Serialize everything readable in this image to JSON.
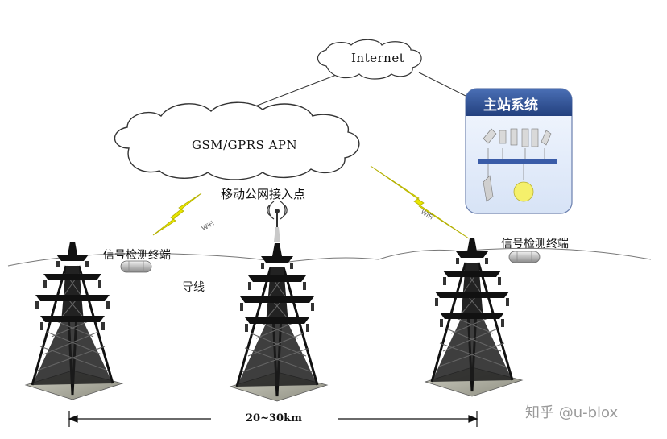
{
  "diagram": {
    "internet_label": "Internet",
    "gsm_label": "GSM/GPRS APN",
    "master_station_title": "主站系统",
    "mobile_network_label": "移动公网接入点",
    "signal_terminal_left": "信号检测终端",
    "signal_terminal_right": "信号检测终端",
    "conductor_label": "导线",
    "wifi_left": "WiFi",
    "wifi_right": "WiFi",
    "distance_label": "20~30km",
    "watermark": "知乎 @u-blox"
  },
  "colors": {
    "line": "#333333",
    "lightning": "#e8e600",
    "station_header": "#2c4a8a",
    "station_body": "#e9f0fb",
    "sensor": "#c9c9c9"
  }
}
